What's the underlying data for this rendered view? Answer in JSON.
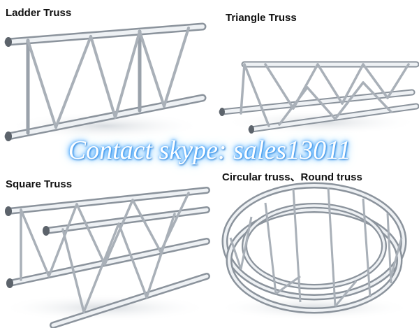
{
  "labels": {
    "ladder": "Ladder Truss",
    "triangle": "Triangle Truss",
    "square": "Square Truss",
    "circular": "Circular truss、Round truss"
  },
  "watermark": "Contact skype: sales13011",
  "colors": {
    "background": "#ffffff",
    "metal_light": "#eef1f4",
    "metal_dark": "#8b939c",
    "watermark_glow": "#3aa0ff"
  }
}
